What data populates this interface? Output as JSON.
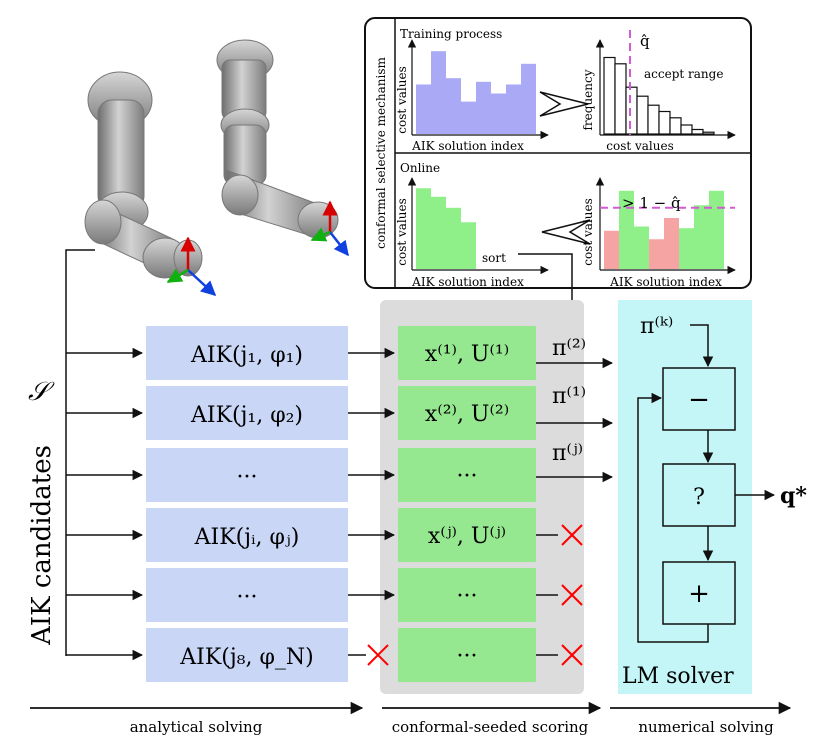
{
  "figure": {
    "robot_panel": {},
    "inset": {
      "side_label": "conformal selective mechanism",
      "training": {
        "title": "Training process",
        "left_ylabel": "cost values",
        "left_xlabel": "AIK solution index",
        "right_ylabel": "frequency",
        "right_xlabel": "cost values",
        "qhat_label": "q̂",
        "accept_label": "accept range"
      },
      "online": {
        "title": "Online",
        "left_ylabel": "cost values",
        "left_xlabel": "AIK solution index",
        "right_ylabel": "cost values",
        "right_xlabel": "AIK solution index",
        "sort_label": "sort",
        "threshold_label": "> 1 − q̂"
      }
    },
    "set_label": "𝒮",
    "candidates_label": "AIK candidates",
    "aik_boxes": [
      {
        "label": "AIK(j₁, φ₁)"
      },
      {
        "label": "AIK(j₁, φ₂)"
      },
      {
        "label": "···"
      },
      {
        "label": "AIK(jᵢ, φⱼ)"
      },
      {
        "label": "···"
      },
      {
        "label": "AIK(j₈, φ_N)"
      }
    ],
    "score_boxes": [
      {
        "label": "x⁽¹⁾, U⁽¹⁾"
      },
      {
        "label": "x⁽²⁾, U⁽²⁾"
      },
      {
        "label": "···"
      },
      {
        "label": "x⁽ʲ⁾, U⁽ʲ⁾"
      },
      {
        "label": "···"
      },
      {
        "label": "···"
      }
    ],
    "pi_labels": [
      "π⁽²⁾",
      "π⁽¹⁾",
      "π⁽ʲ⁾"
    ],
    "solver": {
      "input_label": "π⁽ᵏ⁾",
      "minus_label": "−",
      "question_label": "?",
      "plus_label": "+",
      "output_label": "q*",
      "name": "LM solver"
    },
    "stages": {
      "analytical": "analytical solving",
      "conformal": "conformal-seeded scoring",
      "numerical": "numerical solving"
    },
    "colors": {
      "aik_box": "#c9d6f6",
      "score_box": "#95e88f",
      "score_panel": "#dcdcdc",
      "solver_panel": "#c4f6f8",
      "train_bar": "#a9a9f5",
      "online_bar": "#8ff08a",
      "reject_bar": "#f5a3a3",
      "threshold": "#d25bd2",
      "reject_mark": "#ff0000"
    },
    "chart_data": {
      "training_costs": [
        0.55,
        0.92,
        0.62,
        0.36,
        0.58,
        0.45,
        0.55,
        0.78
      ],
      "frequency": [
        0.85,
        0.78,
        0.52,
        0.42,
        0.32,
        0.25,
        0.18,
        0.1,
        0.05,
        0.02
      ],
      "online_costs": [
        0.95,
        0.85,
        0.72,
        0.55
      ],
      "sorted_costs": [
        0.45,
        0.92,
        0.5,
        0.35,
        0.6,
        0.48,
        0.75,
        0.92
      ],
      "sorted_accepted": [
        false,
        true,
        true,
        false,
        false,
        true,
        true,
        true
      ],
      "threshold": 0.72
    }
  }
}
